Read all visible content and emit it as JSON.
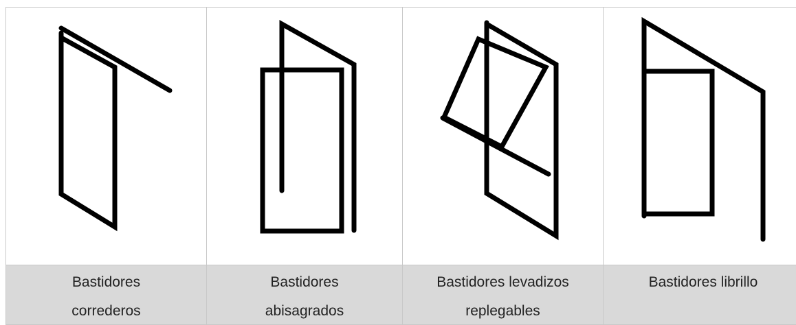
{
  "diagrams": [
    {
      "label": "Bastidores\ncorrederos"
    },
    {
      "label": "Bastidores\nabisagrados"
    },
    {
      "label": "Bastidores levadizos\nreplegables"
    },
    {
      "label": "Bastidores librillo"
    }
  ],
  "colors": {
    "grid_line": "#c8c8c8",
    "label_bg": "#d9d9d9",
    "stroke": "#000000"
  }
}
